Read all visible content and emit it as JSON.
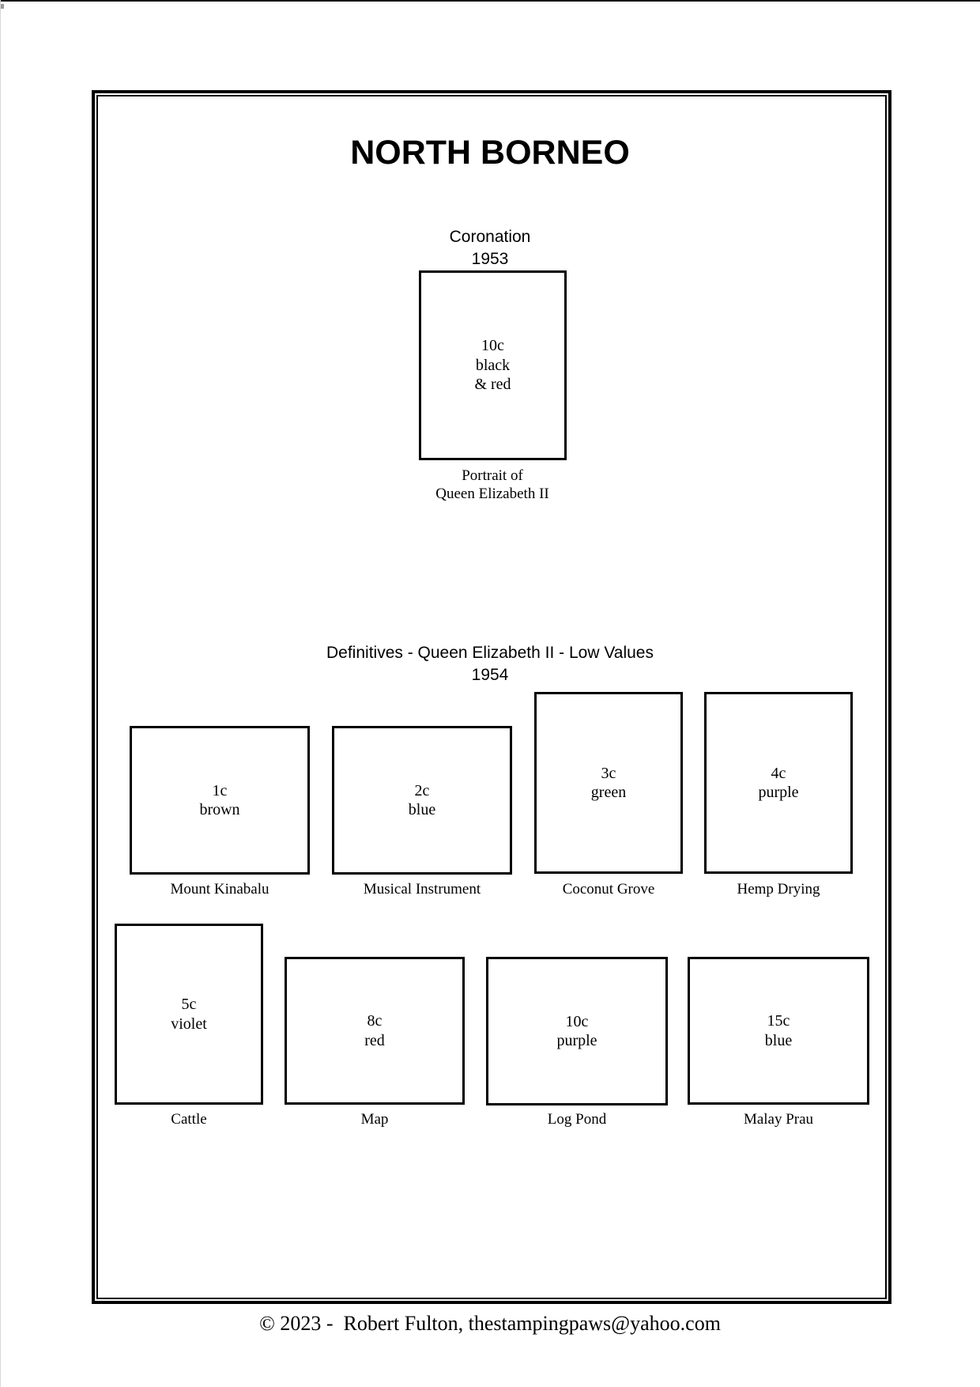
{
  "page": {
    "title": "NORTH BORNEO",
    "footer": "© 2023 -  Robert Fulton, thestampingpaws@yahoo.com"
  },
  "colors": {
    "ink": "#000000",
    "paper": "#ffffff"
  },
  "sections": [
    {
      "title": "Coronation",
      "year": "1953",
      "stamps": [
        {
          "denomination": "10c",
          "lines": [
            "10c",
            "black",
            "& red"
          ],
          "caption_lines": [
            "Portrait of",
            "Queen Elizabeth II"
          ]
        }
      ]
    },
    {
      "title": "Definitives - Queen Elizabeth II - Low Values",
      "year": "1954",
      "stamps": [
        {
          "denomination": "1c",
          "lines": [
            "1c",
            "brown"
          ],
          "caption": "Mount Kinabalu"
        },
        {
          "denomination": "2c",
          "lines": [
            "2c",
            "blue"
          ],
          "caption": "Musical Instrument"
        },
        {
          "denomination": "3c",
          "lines": [
            "3c",
            "green"
          ],
          "caption": "Coconut Grove"
        },
        {
          "denomination": "4c",
          "lines": [
            "4c",
            "purple"
          ],
          "caption": "Hemp Drying"
        },
        {
          "denomination": "5c",
          "lines": [
            "5c",
            "violet"
          ],
          "caption": "Cattle"
        },
        {
          "denomination": "8c",
          "lines": [
            "8c",
            "red"
          ],
          "caption": "Map"
        },
        {
          "denomination": "10c",
          "lines": [
            "10c",
            "purple"
          ],
          "caption": "Log Pond"
        },
        {
          "denomination": "15c",
          "lines": [
            "15c",
            "blue"
          ],
          "caption": "Malay Prau"
        }
      ]
    }
  ]
}
